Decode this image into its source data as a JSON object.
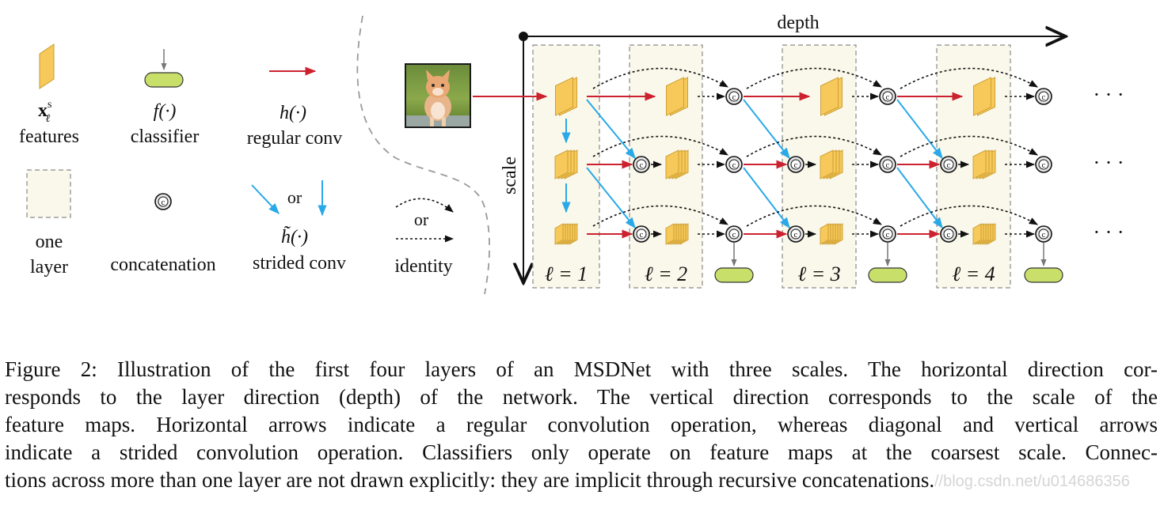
{
  "legend": {
    "features": {
      "symbol": "x",
      "superscript": "s",
      "subscript": "ℓ",
      "label": "features"
    },
    "classifier": {
      "symbol": "f(·)",
      "label": "classifier"
    },
    "regular_conv": {
      "symbol": "h(·)",
      "label": "regular conv"
    },
    "one_layer": {
      "label_line1": "one",
      "label_line2": "layer"
    },
    "concatenation": {
      "glyph": "c",
      "label": "concatenation"
    },
    "strided_conv": {
      "or_label": "or",
      "symbol": "h̃(·)",
      "label": "strided conv"
    },
    "identity": {
      "or_label": "or",
      "label": "identity"
    }
  },
  "diagram": {
    "depth_label": "depth",
    "scale_label": "scale",
    "concat_glyph": "c",
    "ellipsis": "· · ·",
    "layers": [
      {
        "label": "ℓ = 1"
      },
      {
        "label": "ℓ = 2"
      },
      {
        "label": "ℓ = 3"
      },
      {
        "label": "ℓ = 4"
      }
    ]
  },
  "colors": {
    "feature_fill": "#f7c95b",
    "feature_stroke": "#c99a2e",
    "classifier_fill": "#c8e06a",
    "regular_conv_arrow": "#cc2230",
    "strided_conv_arrow": "#29a9e8",
    "layer_box_fill": "#faf8ea",
    "layer_box_stroke": "#8a8a8a"
  },
  "caption": {
    "lines": [
      "Figure 2: Illustration of the first four layers of an MSDNet with three scales. The horizontal direction cor-",
      "responds to the layer direction (depth) of the network. The vertical direction corresponds to the scale of the",
      "feature maps. Horizontal arrows indicate a regular convolution operation, whereas diagonal and vertical arrows",
      "indicate a strided convolution operation. Classifiers only operate on feature maps at the coarsest scale. Connec-",
      "tions across more than one layer are not drawn explicitly: they are implicit through recursive concatenations."
    ]
  },
  "watermark": "//blog.csdn.net/u014686356"
}
